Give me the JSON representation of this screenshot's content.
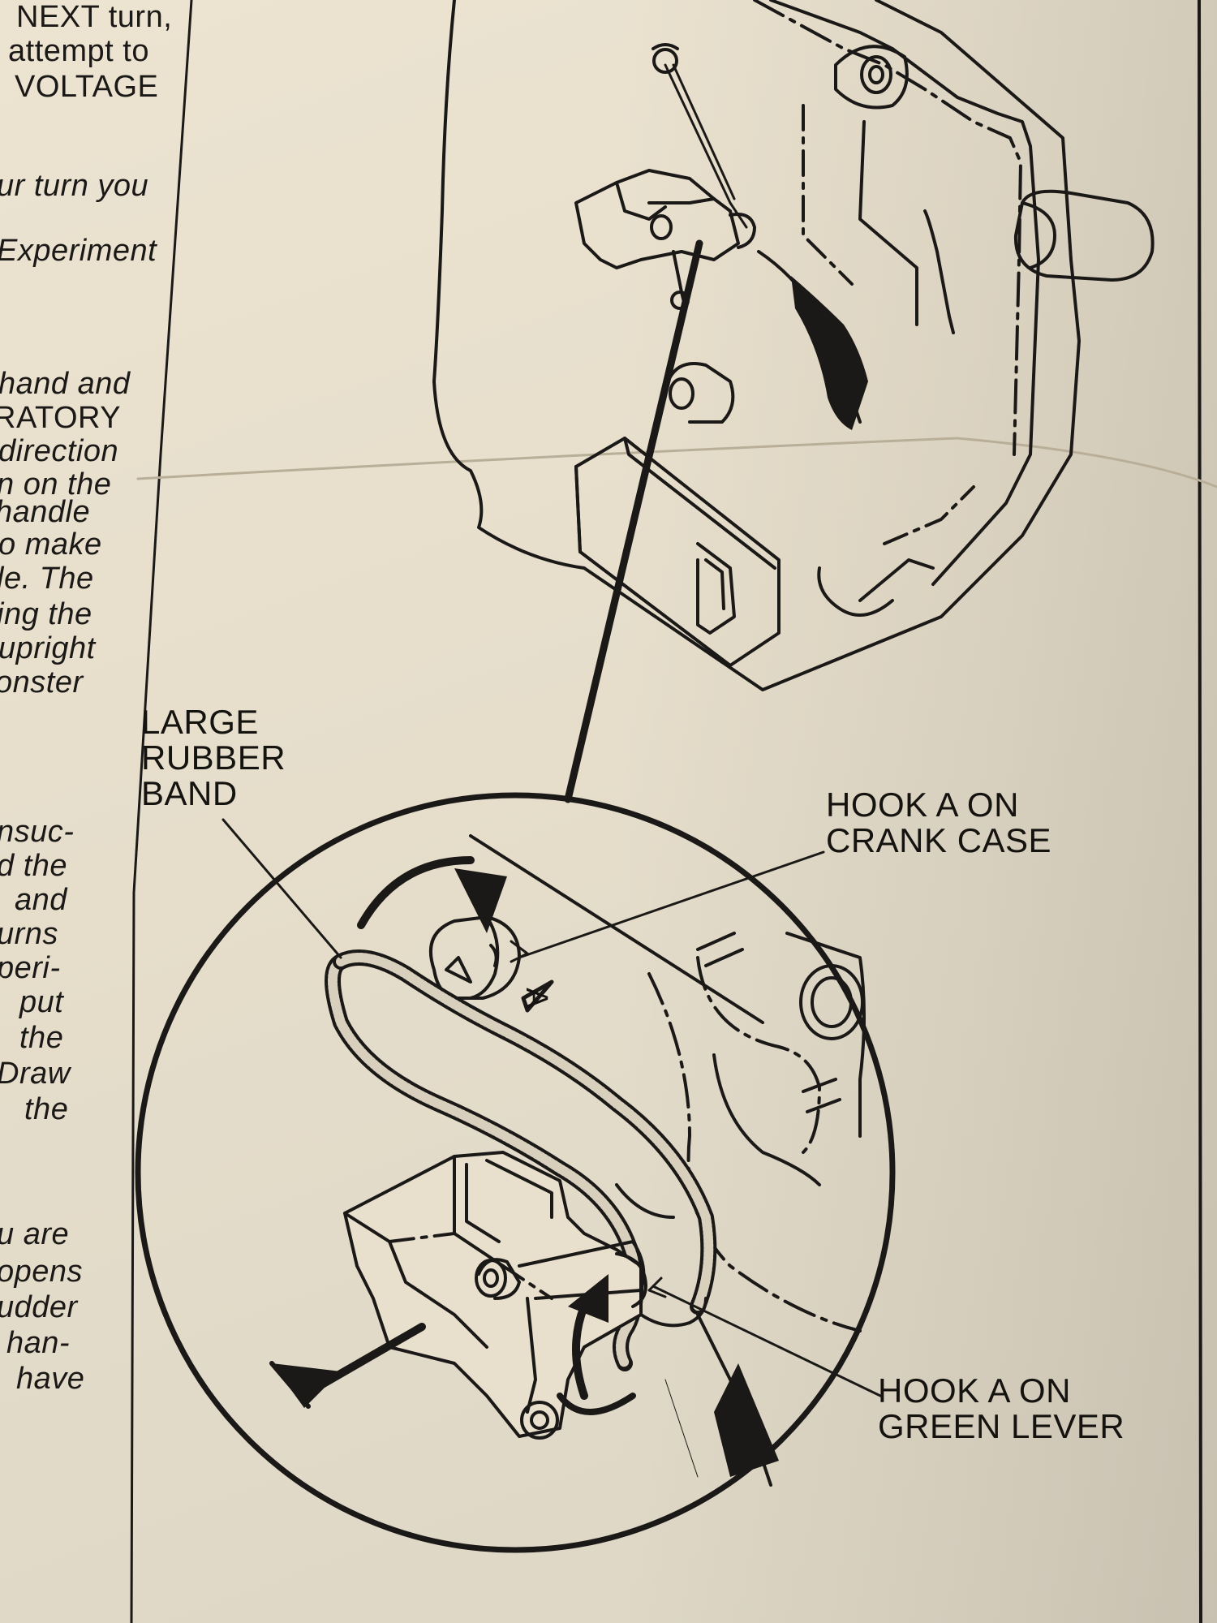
{
  "page_text": {
    "lines": [
      {
        "id": "l01",
        "text": "NEXT turn,"
      },
      {
        "id": "l02",
        "text": "attempt to"
      },
      {
        "id": "l03",
        "text": "VOLTAGE"
      },
      {
        "id": "l04",
        "text": "ur turn you"
      },
      {
        "id": "l05",
        "text": "Experiment"
      },
      {
        "id": "l06",
        "text": "hand and"
      },
      {
        "id": "l07",
        "text": "RATORY"
      },
      {
        "id": "l08",
        "text": "direction"
      },
      {
        "id": "l09",
        "text": "n on the"
      },
      {
        "id": "l10",
        "text": "handle"
      },
      {
        "id": "l11",
        "text": "o make"
      },
      {
        "id": "l12",
        "text": "le. The"
      },
      {
        "id": "l13",
        "text": "ing the"
      },
      {
        "id": "l14",
        "text": "upright"
      },
      {
        "id": "l15",
        "text": "onster"
      },
      {
        "id": "l16",
        "text": "nsuc-"
      },
      {
        "id": "l17",
        "text": "d the"
      },
      {
        "id": "l18",
        "text": "and"
      },
      {
        "id": "l19",
        "text": "urns"
      },
      {
        "id": "l20",
        "text": "peri-"
      },
      {
        "id": "l21",
        "text": "put"
      },
      {
        "id": "l22",
        "text": "the"
      },
      {
        "id": "l23",
        "text": "Draw"
      },
      {
        "id": "l24",
        "text": "the"
      },
      {
        "id": "l25",
        "text": "u are"
      },
      {
        "id": "l26",
        "text": "opens"
      },
      {
        "id": "l27",
        "text": "udder"
      },
      {
        "id": "l28",
        "text": "han-"
      },
      {
        "id": "l29",
        "text": "have"
      }
    ]
  },
  "diagram": {
    "callouts": {
      "rubber_band": [
        "LARGE",
        "RUBBER",
        "BAND"
      ],
      "hook_crank": [
        "HOOK A ON",
        "CRANK CASE"
      ],
      "hook_lever": [
        "HOOK A ON",
        "GREEN LEVER"
      ]
    },
    "part_letter": "A",
    "ink_color": "#1b1917",
    "paper_color": "#e8e0cd"
  }
}
